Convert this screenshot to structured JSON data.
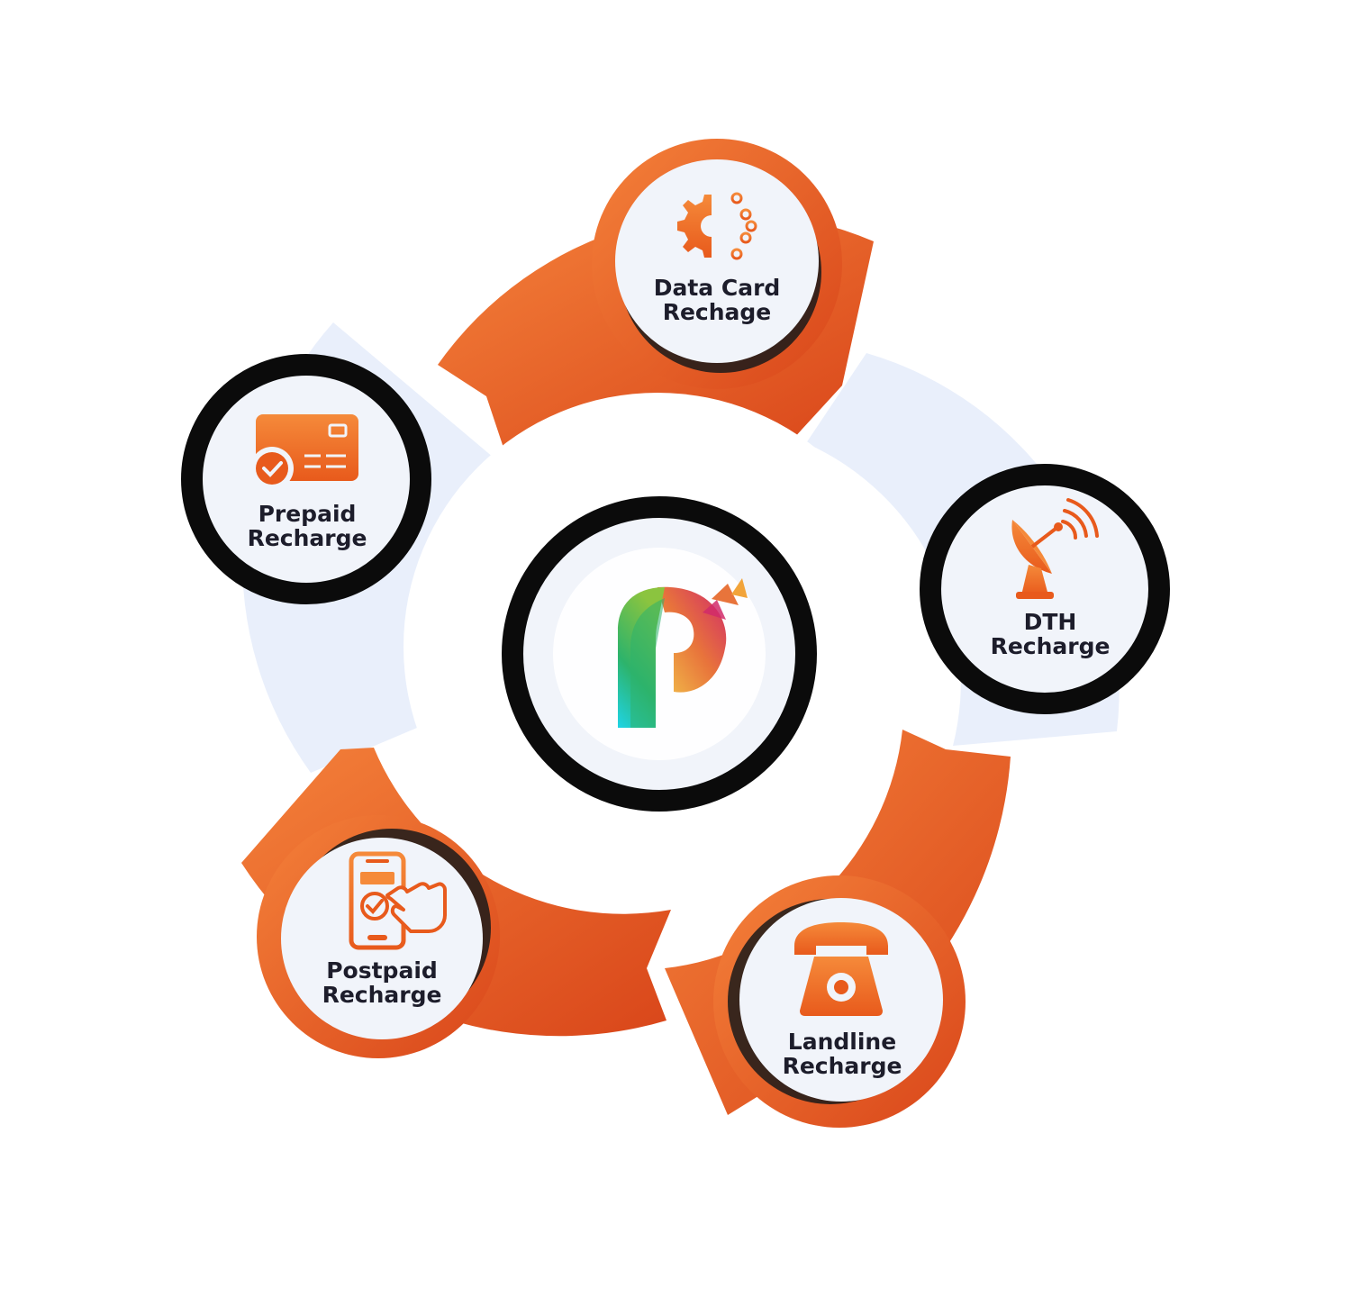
{
  "diagram": {
    "colors": {
      "orange": "#e9621f",
      "orange_dark": "#d9461a",
      "orange_light": "#f4813a",
      "pale_blue": "#e9effb",
      "ring_black": "#0b0b0b",
      "inner_fill": "#f1f4fa",
      "label_text": "#1d1d2b"
    },
    "center": {
      "icon": "p-logo-icon",
      "logo_colors": [
        "#1fd4e6",
        "#2db36b",
        "#8bc43f",
        "#f2c14a",
        "#e8743b",
        "#d12a6a"
      ]
    },
    "nodes": [
      {
        "id": "data-card",
        "label_line1": "Data Card",
        "label_line2": "Rechage",
        "icon": "gear-chip-icon",
        "style": "orange"
      },
      {
        "id": "dth",
        "label_line1": "DTH",
        "label_line2": "Recharge",
        "icon": "satellite-dish-icon",
        "style": "black"
      },
      {
        "id": "landline",
        "label_line1": "Landline",
        "label_line2": "Recharge",
        "icon": "telephone-icon",
        "style": "orange"
      },
      {
        "id": "postpaid",
        "label_line1": "Postpaid",
        "label_line2": "Recharge",
        "icon": "phone-tap-icon",
        "style": "orange"
      },
      {
        "id": "prepaid",
        "label_line1": "Prepaid",
        "label_line2": "Recharge",
        "icon": "credit-card-icon",
        "style": "black"
      }
    ]
  }
}
